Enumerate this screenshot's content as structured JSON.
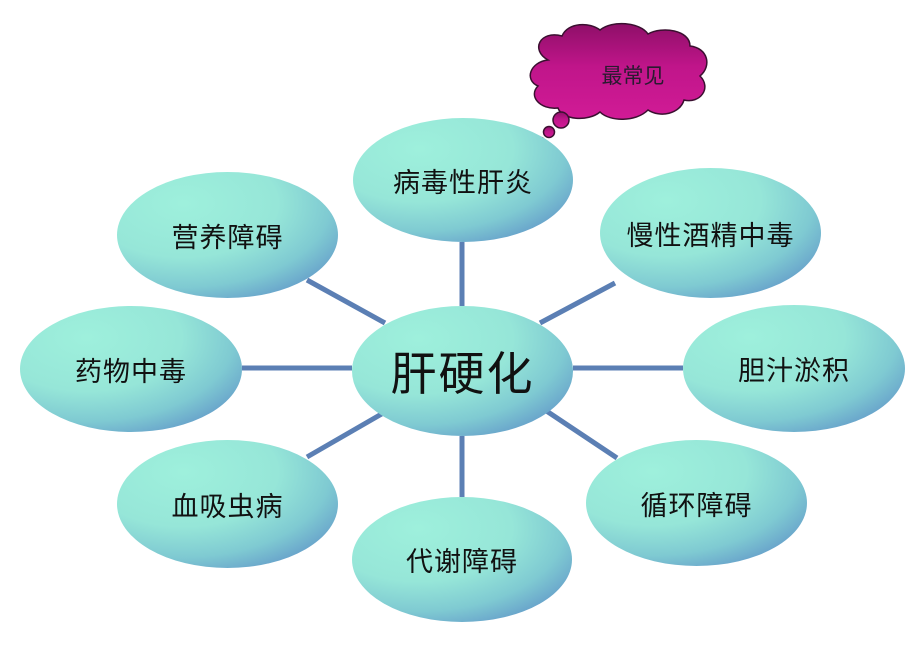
{
  "center": {
    "label": "肝硬化"
  },
  "nodes": [
    {
      "id": "viral-hepatitis",
      "label": "病毒性肝炎"
    },
    {
      "id": "nutrition-disorder",
      "label": "营养障碍"
    },
    {
      "id": "chronic-alcoholism",
      "label": "慢性酒精中毒"
    },
    {
      "id": "drug-poisoning",
      "label": "药物中毒"
    },
    {
      "id": "cholestasis",
      "label": "胆汁淤积"
    },
    {
      "id": "schistosomiasis",
      "label": "血吸虫病"
    },
    {
      "id": "metabolic-disorder",
      "label": "代谢障碍"
    },
    {
      "id": "circulatory-disorder",
      "label": "循环障碍"
    }
  ],
  "callout": {
    "label": "最常见",
    "attached_to": "病毒性肝炎"
  },
  "colors": {
    "node_light": "#9ef0dc",
    "node_dark": "#5b86c4",
    "connector": "#5b7fb4",
    "callout_fill": "#c0158a",
    "callout_stroke": "#3a1030"
  }
}
